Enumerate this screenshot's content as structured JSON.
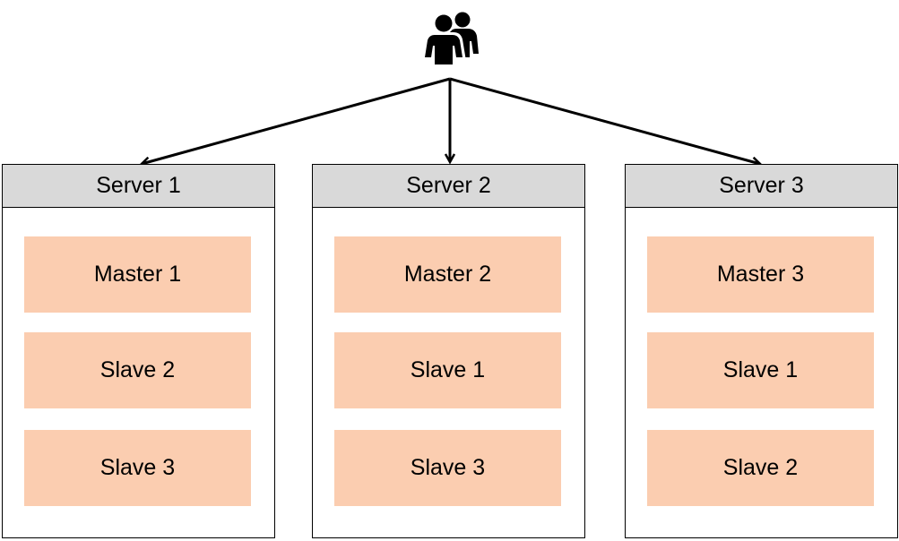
{
  "users": {
    "icon": "users-icon"
  },
  "servers": [
    {
      "title": "Server 1",
      "nodes": [
        "Master 1",
        "Slave 2",
        "Slave 3"
      ]
    },
    {
      "title": "Server 2",
      "nodes": [
        "Master 2",
        "Slave 1",
        "Slave 3"
      ]
    },
    {
      "title": "Server 3",
      "nodes": [
        "Master 3",
        "Slave 1",
        "Slave 2"
      ]
    }
  ],
  "colors": {
    "header_fill": "#d9d9d9",
    "node_fill": "#fbcdb0",
    "line": "#000000"
  }
}
